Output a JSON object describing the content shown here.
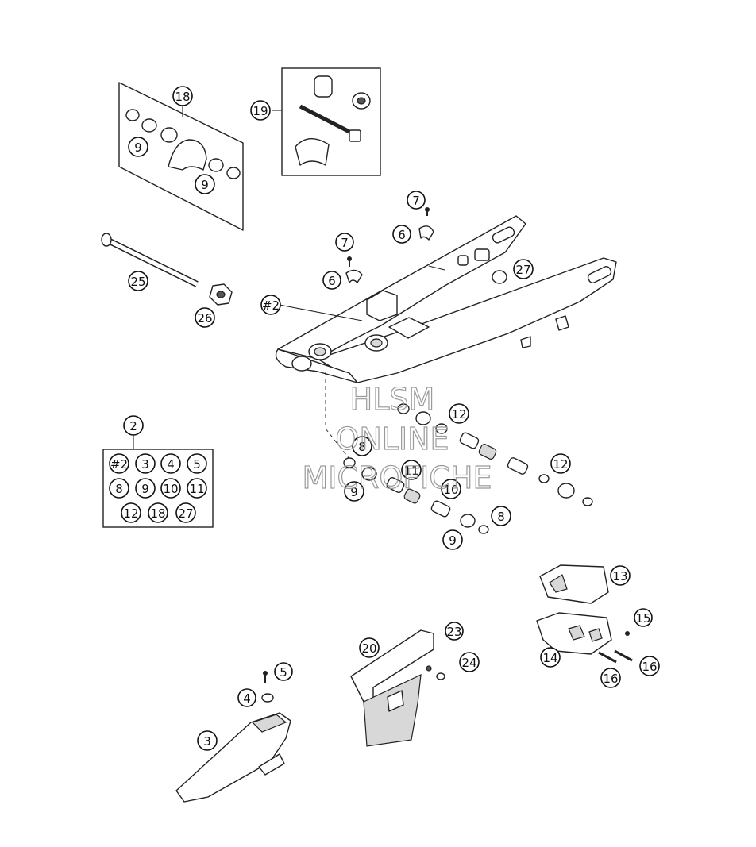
{
  "callouts": {
    "c18": "18",
    "c19": "19",
    "c9a": "9",
    "c9b": "9",
    "c7a": "7",
    "c7b": "7",
    "c6a": "6",
    "c6b": "6",
    "c27": "27",
    "c25": "25",
    "c26": "26",
    "c2ref": "#2",
    "c12a": "12",
    "c12b": "12",
    "c8a": "8",
    "c8b": "8",
    "c9c": "9",
    "c9d": "9",
    "c11": "11",
    "c10": "10",
    "c2": "2",
    "c13": "13",
    "c14": "14",
    "c15": "15",
    "c16a": "16",
    "c16b": "16",
    "c20": "20",
    "c23": "23",
    "c24": "24",
    "c5": "5",
    "c4": "4",
    "c3": "3"
  },
  "kit_grid": [
    "#2",
    "3",
    "4",
    "5",
    "8",
    "9",
    "10",
    "11",
    "12",
    "18",
    "27"
  ],
  "watermark": {
    "line1": "HLSM",
    "line2": "ONLINE",
    "line3": "MICROFICHE"
  }
}
